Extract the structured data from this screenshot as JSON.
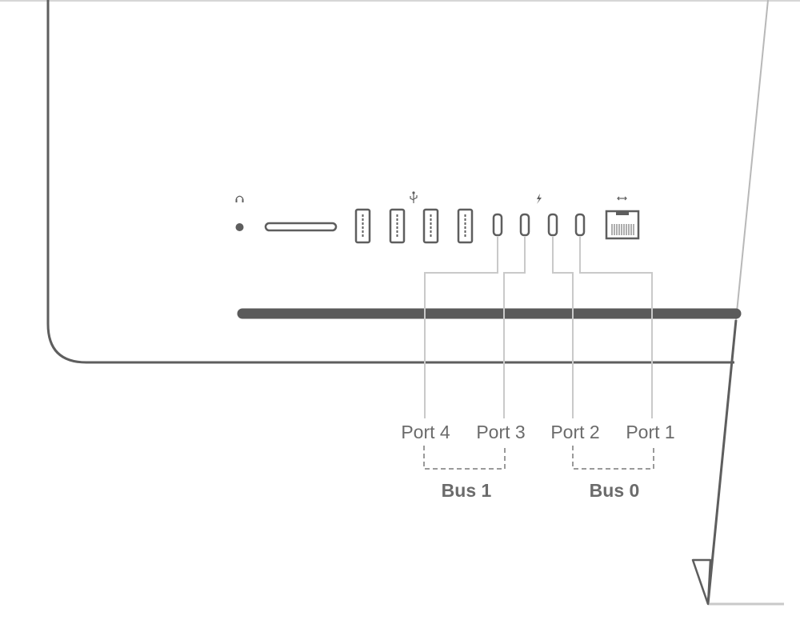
{
  "ports": [
    {
      "label": "Port 4"
    },
    {
      "label": "Port 3"
    },
    {
      "label": "Port 2"
    },
    {
      "label": "Port 1"
    }
  ],
  "buses": [
    {
      "label": "Bus 1"
    },
    {
      "label": "Bus 0"
    }
  ],
  "icons": {
    "headphone": "headphone-icon",
    "usb": "usb-icon",
    "thunderbolt": "thunderbolt-icon",
    "ethernet": "ethernet-icon"
  },
  "colors": {
    "outline": "#5e5e5e",
    "leader": "#c9c9c9",
    "text": "#6b6b6b"
  }
}
